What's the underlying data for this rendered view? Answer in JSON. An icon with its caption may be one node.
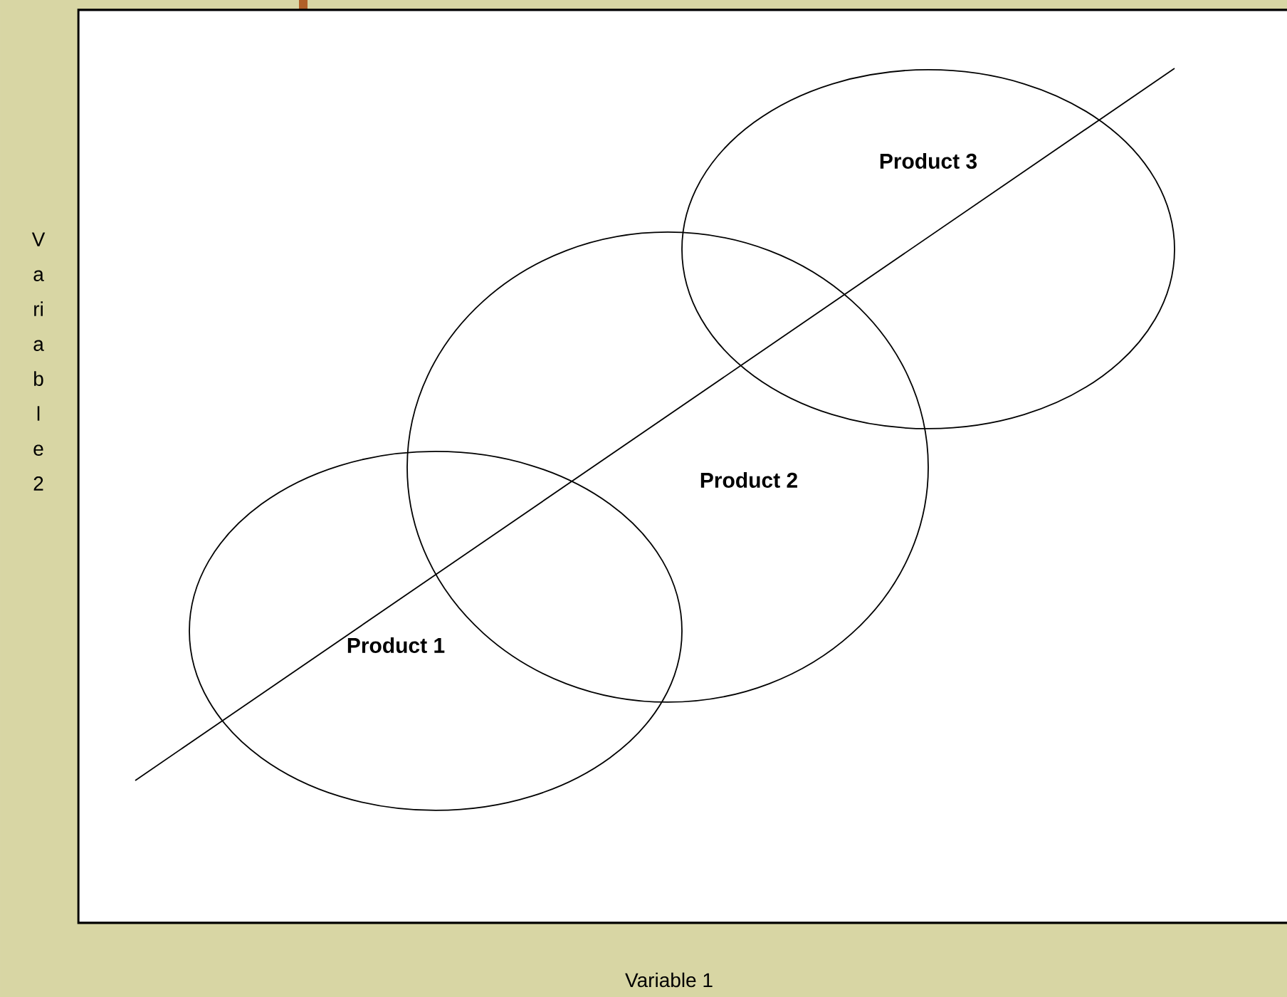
{
  "diagram": {
    "nodes": [
      {
        "text": [
          "Product 1"
        ]
      },
      {
        "text": [
          "Product 2"
        ]
      },
      {
        "text": [
          "Product 3"
        ]
      }
    ],
    "labels": [
      "Variable 2",
      "Variable 1"
    ]
  }
}
